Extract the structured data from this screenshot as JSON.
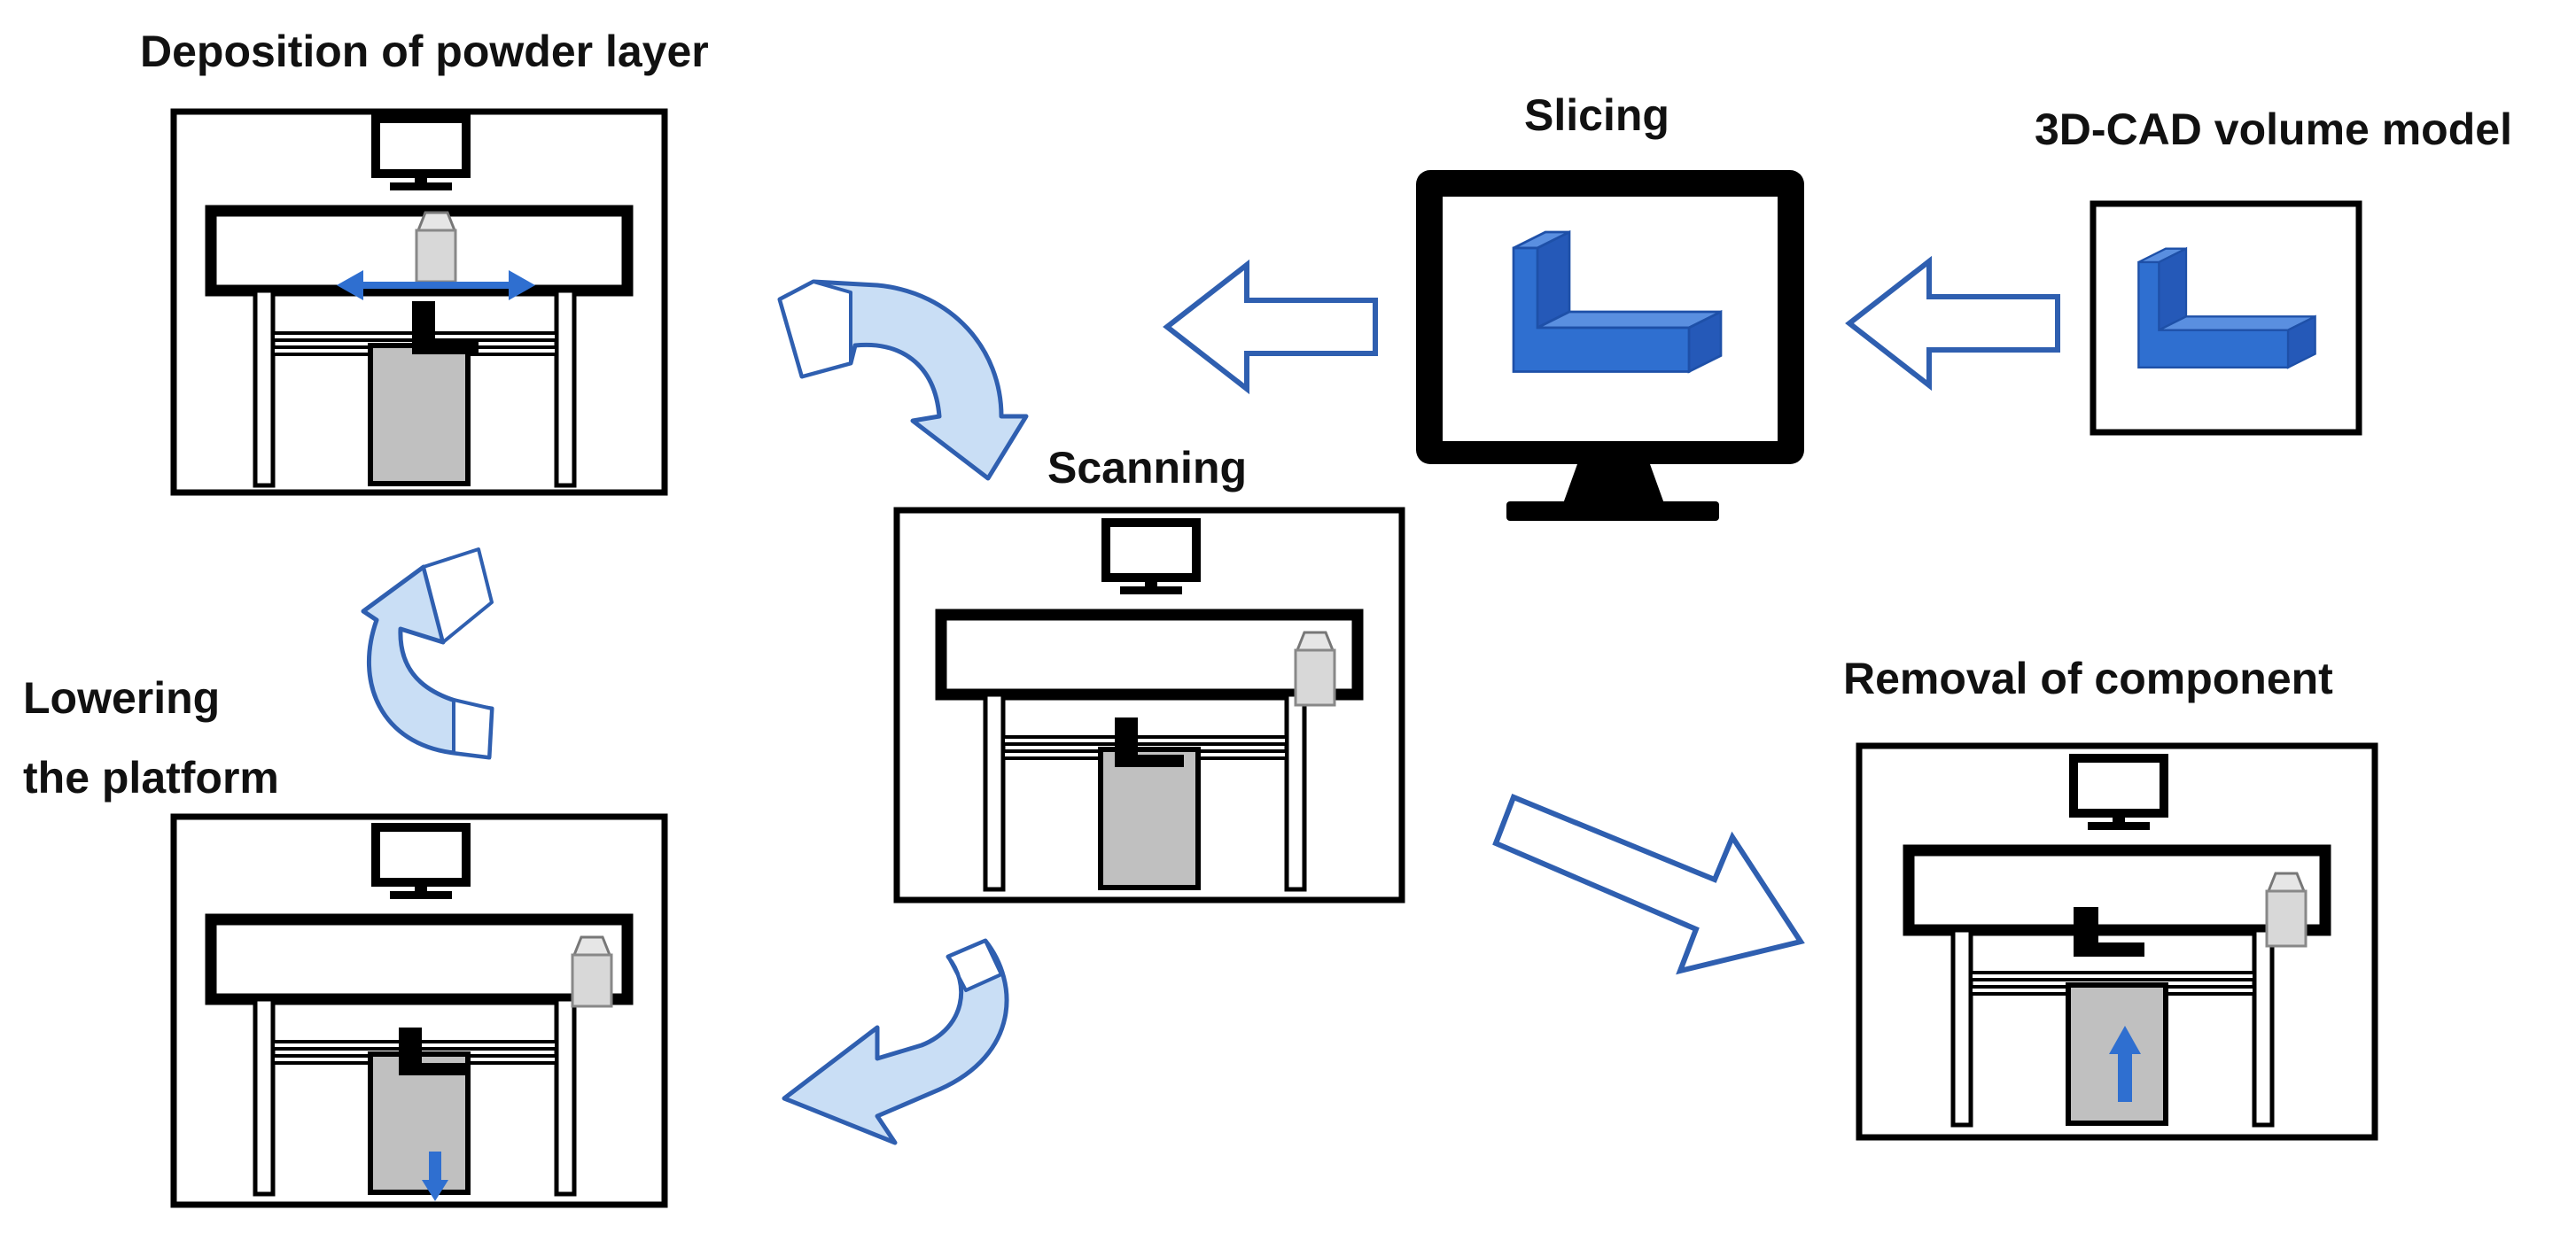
{
  "labels": {
    "deposition": "Deposition of powder layer",
    "slicing": "Slicing",
    "cad_model": "3D-CAD volume model",
    "scanning": "Scanning",
    "lowering_line1": "Lowering",
    "lowering_line2": "the platform",
    "removal": "Removal of component"
  },
  "colors": {
    "accent_blue": "#2f6fd0",
    "arrow_fill": "#c9def5",
    "arrow_stroke": "#2f5fb0",
    "piston_gray": "#c0c0c0",
    "frame_black": "#000000"
  },
  "icons": {
    "monitor": "monitor-icon",
    "l_shape": "l-shaped-part-icon",
    "recoater": "recoater-icon",
    "piston": "build-piston-icon"
  }
}
